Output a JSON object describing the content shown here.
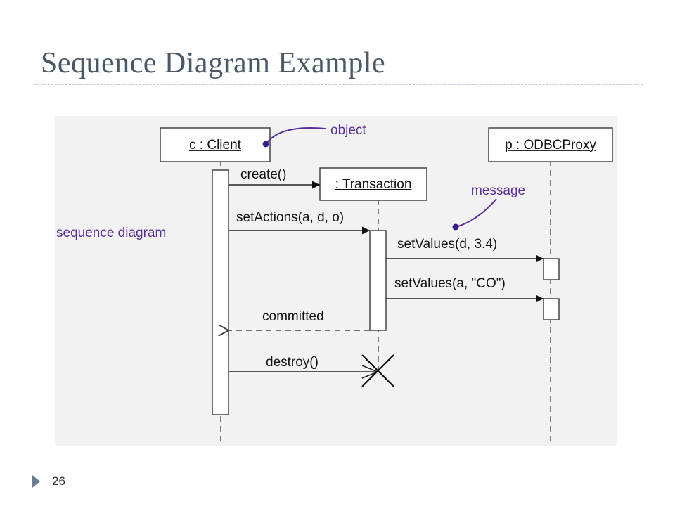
{
  "slide": {
    "title": "Sequence Diagram Example",
    "page_number": "26"
  },
  "diagram": {
    "objects": {
      "client": "c : Client",
      "transaction": ": Transaction",
      "proxy": "p : ODBCProxy"
    },
    "messages": {
      "create": "create()",
      "set_actions": "setActions(a, d, o)",
      "set_values_1": "setValues(d, 3.4)",
      "set_values_2": "setValues(a, \"CO\")",
      "committed": "committed",
      "destroy": "destroy()"
    },
    "annotations": {
      "object": "object",
      "message": "message",
      "sequence_diagram": "sequence diagram"
    },
    "colors": {
      "annotation": "#5a2d9c",
      "title": "#4a5866",
      "rule": "#b9c8d4"
    }
  }
}
